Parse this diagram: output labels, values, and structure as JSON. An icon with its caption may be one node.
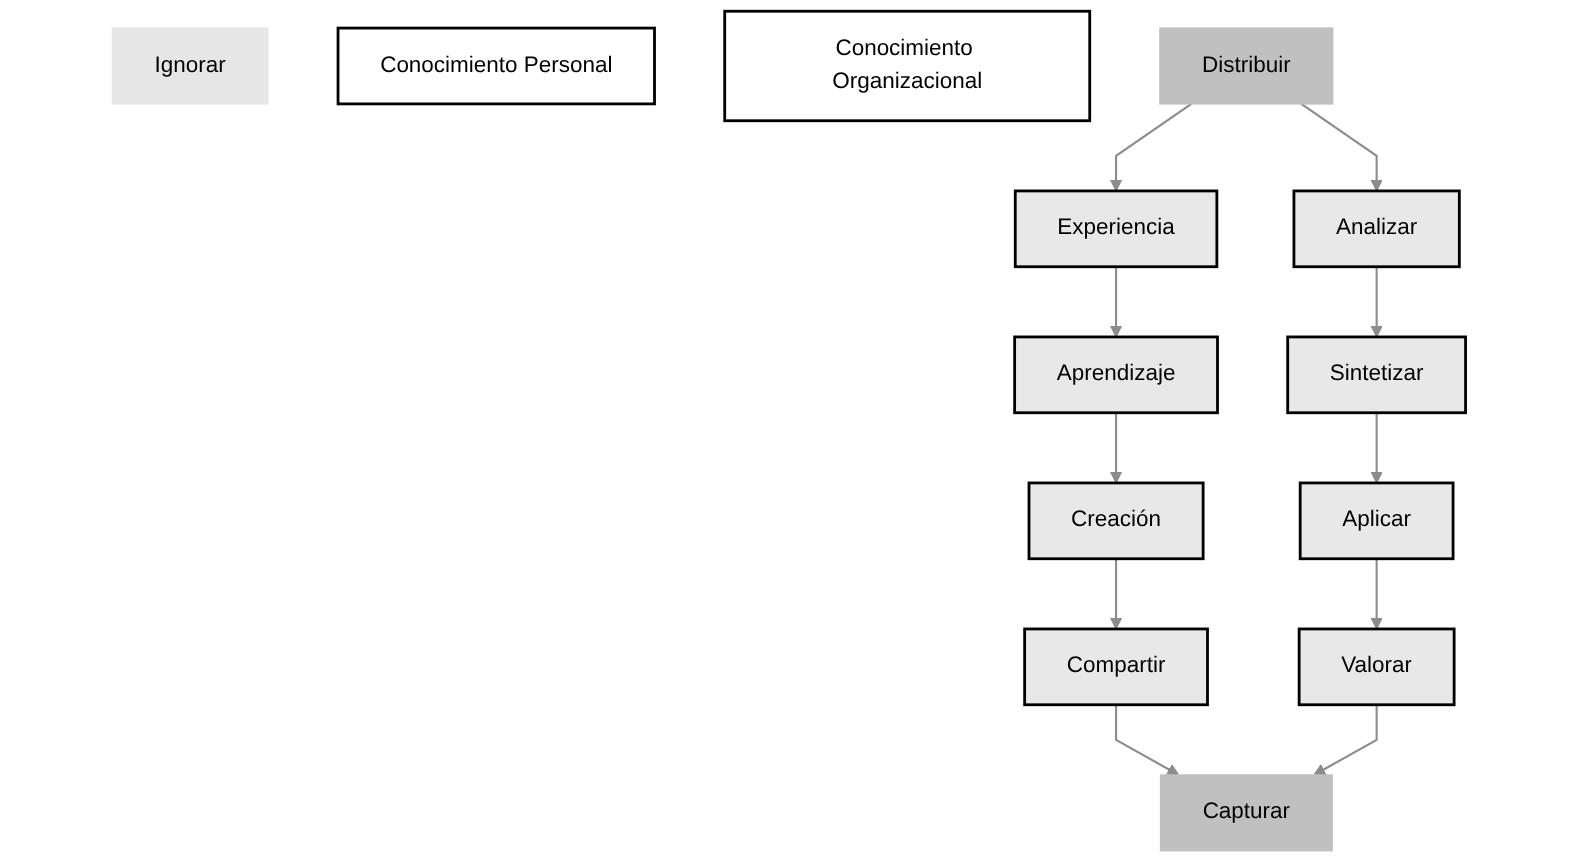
{
  "diagram": {
    "nodes": [
      {
        "text": [
          "Creación"
        ]
      },
      {
        "text": [
          "Compartir"
        ]
      },
      {
        "text": [
          "Valorar"
        ]
      },
      {
        "text": [
          "Aplicar"
        ]
      },
      {
        "text": [
          "Ignorar"
        ]
      },
      {
        "text": [
          "Capturar"
        ]
      },
      {
        "text": [
          "Conocimiento Personal"
        ]
      },
      {
        "text": [
          "Conocimiento Organizacional"
        ]
      },
      {
        "text": [
          "Distribuir"
        ]
      },
      {
        "text": [
          "Aprendizaje"
        ]
      },
      {
        "text": [
          "Experiencia"
        ]
      },
      {
        "text": [
          "Analizar"
        ]
      },
      {
        "text": [
          "Sintetizar"
        ]
      }
    ],
    "edges": [
      {
        "from": 0,
        "to": 1,
        "arrow": "to"
      },
      {
        "from": 3,
        "to": 2,
        "arrow": "to"
      },
      {
        "from": 1,
        "to": 5,
        "arrow": "to"
      },
      {
        "from": 2,
        "to": 5,
        "arrow": "to"
      },
      {
        "from": 8,
        "to": 10,
        "arrow": "to"
      },
      {
        "from": 8,
        "to": 11,
        "arrow": "to"
      },
      {
        "from": 10,
        "to": 9,
        "arrow": "to"
      },
      {
        "from": 9,
        "to": 0,
        "arrow": "to"
      },
      {
        "from": 11,
        "to": 12,
        "arrow": "to"
      },
      {
        "from": 12,
        "to": 3,
        "arrow": "to"
      }
    ]
  }
}
